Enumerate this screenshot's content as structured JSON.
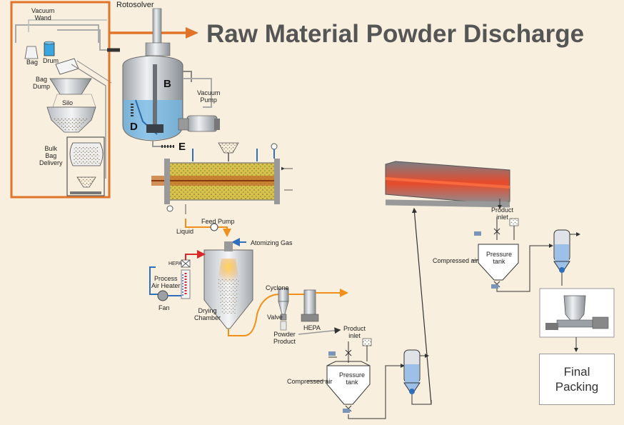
{
  "title": "Raw Material Powder Discharge",
  "labels": {
    "rotosolver": "Rotosolver",
    "vacuum_wand": "Vacuum\nWand",
    "bag": "Bag",
    "drum": "Drum",
    "bag_dump": "Bag\nDump",
    "silo": "Silo",
    "bulk_bag_delivery": "Bulk\nBag\nDelivery",
    "vacuum_pump": "Vacuum\nPump",
    "letter_b": "B",
    "letter_d": "D",
    "letter_e": "E",
    "liquid": "Liquid",
    "feed_pump": "Feed Pump",
    "atomizing_gas": "Atomizing Gas",
    "hepa_small": "HEPA",
    "process_air_heater": "Process\nAir Heater",
    "fan": "Fan",
    "drying_chamber": "Drying\nChamber",
    "cyclone": "Cyclone",
    "valve": "Valve",
    "hepa": "HEPA",
    "powder_product": "Powder\nProduct",
    "product_inlet_bottom": "Product\ninlet",
    "compressed_air_bottom": "Compressed air",
    "pressure_tank_bottom": "Pressure\ntank",
    "product_inlet_right": "Product\ninlet",
    "compressed_air_right": "Compressed air",
    "pressure_tank_right": "Pressure\ntank",
    "final_packing": "Final\nPacking"
  },
  "colors": {
    "background": "#f8efdf",
    "highlight_box": "#e2742a",
    "arrow": "#e2742a",
    "title_text": "#555555",
    "liquid_blue": "#4a90d9",
    "heater_red": "#e0302a",
    "flow_orange": "#f09018"
  }
}
